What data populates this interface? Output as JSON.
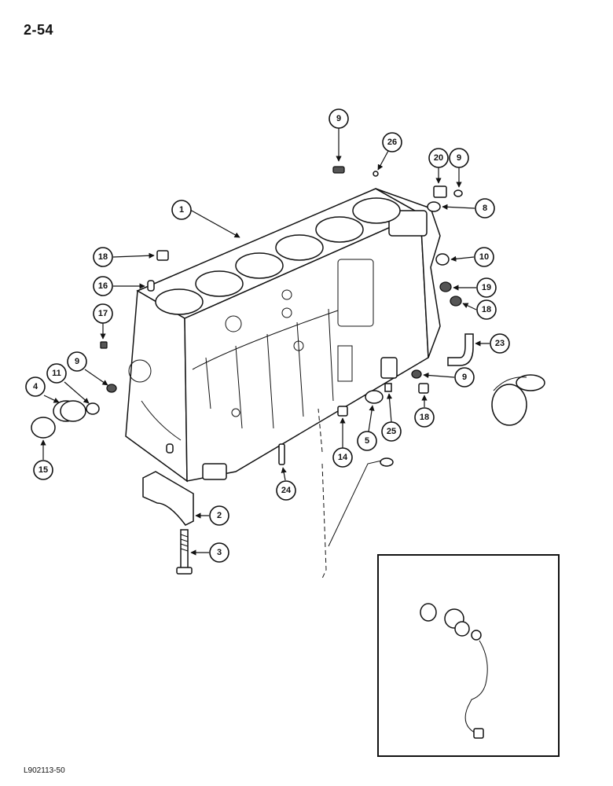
{
  "page_number": "2-54",
  "footer_code": "L902113-50",
  "callouts": [
    "1",
    "2",
    "3",
    "4",
    "5",
    "8",
    "9",
    "9",
    "9",
    "9",
    "10",
    "11",
    "14",
    "15",
    "16",
    "17",
    "18",
    "18",
    "18",
    "19",
    "20",
    "23",
    "24",
    "25",
    "26"
  ]
}
